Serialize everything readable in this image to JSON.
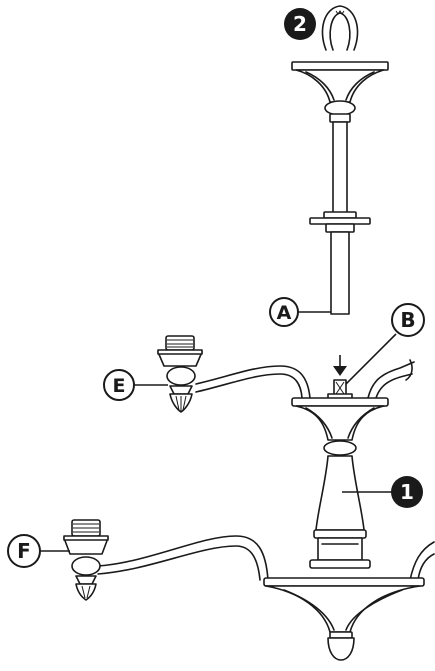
{
  "callouts": {
    "A": "A",
    "B": "B",
    "E": "E",
    "F": "F",
    "step1": "1",
    "step2": "2"
  },
  "colors": {
    "ink": "#1a1a1a",
    "paper": "#ffffff"
  },
  "icons": {
    "insert_arrow": "down-arrow-icon"
  }
}
